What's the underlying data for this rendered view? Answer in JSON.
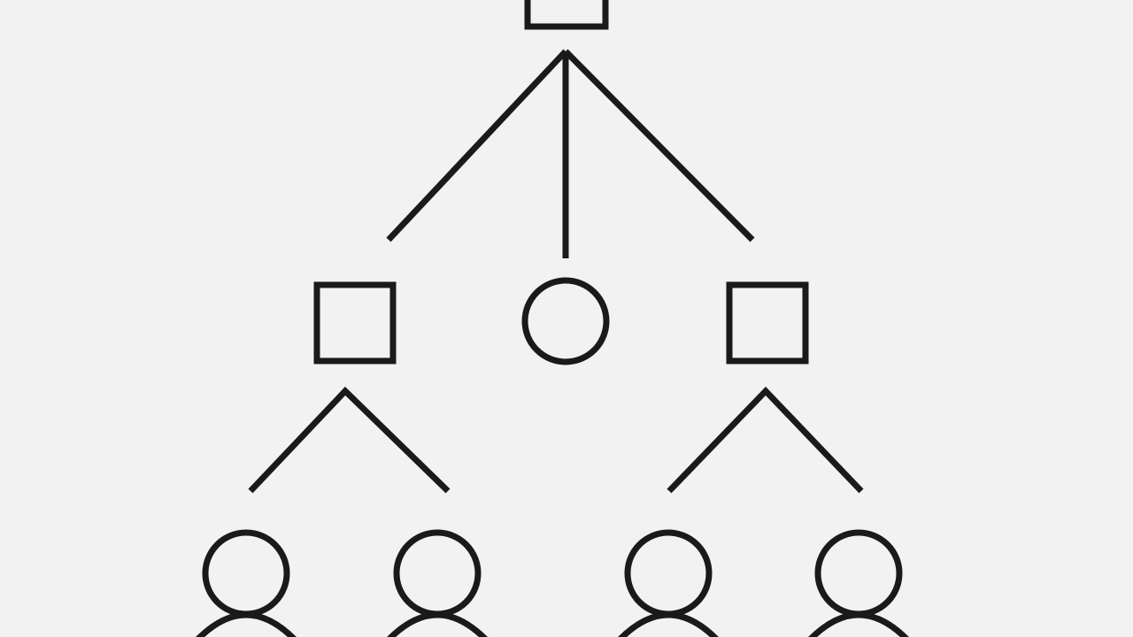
{
  "colors": {
    "background": "#f2f2f2",
    "stroke": "#1a1a1a"
  },
  "diagram": {
    "root": {
      "shape": "square",
      "icon": "square-node-icon"
    },
    "level_two": [
      {
        "shape": "square",
        "icon": "square-node-icon"
      },
      {
        "shape": "circle",
        "icon": "circle-node-icon"
      },
      {
        "shape": "square",
        "icon": "square-node-icon"
      }
    ],
    "level_three": [
      {
        "shape": "person",
        "icon": "person-icon"
      },
      {
        "shape": "person",
        "icon": "person-icon"
      },
      {
        "shape": "person",
        "icon": "person-icon"
      },
      {
        "shape": "person",
        "icon": "person-icon"
      }
    ]
  }
}
